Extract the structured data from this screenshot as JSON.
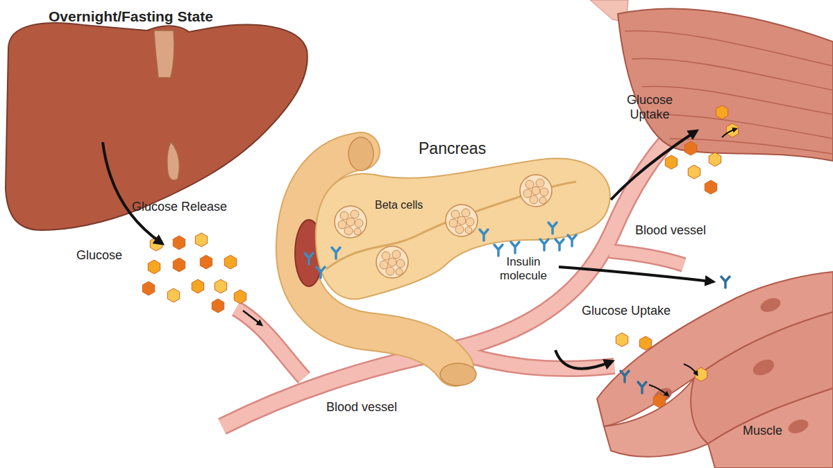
{
  "diagram": {
    "title": "Overnight/Fasting State",
    "nodes": [
      {
        "text": [
          "Pancreas",
          "Beta cells"
        ]
      },
      {
        "text": [
          "Glucose Uptake"
        ]
      },
      {
        "text": [
          "Muscle"
        ]
      }
    ],
    "edges": [
      {
        "from": 0,
        "to": 1,
        "arrow": "to"
      },
      {
        "from": 0,
        "to": 2,
        "arrow": "to",
        "label": "Glucose Uptake"
      }
    ],
    "labels": [
      "Glucose Release",
      "Glucose",
      "Insulin molecule",
      "Blood vessel",
      "Blood vessel"
    ]
  }
}
